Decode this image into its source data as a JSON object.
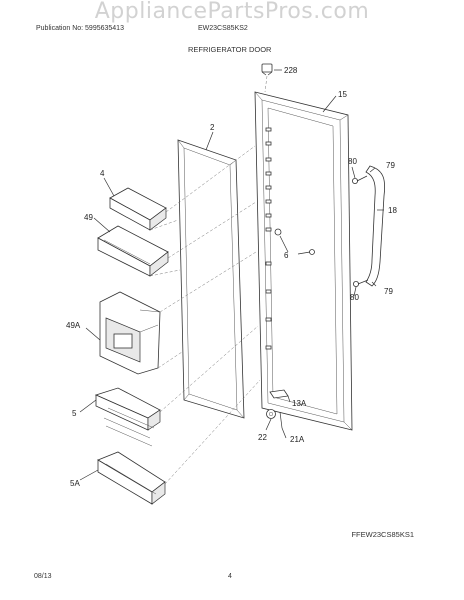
{
  "watermark": "AppliancePartsPros.com",
  "header": {
    "publication": "Publication No: 5995635413",
    "model": "EW23CS85KS2",
    "section": "REFRIGERATOR DOOR"
  },
  "footer": {
    "code": "FFEW23CS85KS1",
    "date": "08/13",
    "page": "4"
  },
  "callouts": {
    "c228": "228",
    "c15": "15",
    "c2": "2",
    "c80a": "80",
    "c79a": "79",
    "c4": "4",
    "c49": "49",
    "c18": "18",
    "c6": "6",
    "c80b": "80",
    "c79b": "79",
    "c49a": "49A",
    "c13a": "13A",
    "c5": "5",
    "c22": "22",
    "c21a": "21A",
    "c5a": "5A"
  }
}
